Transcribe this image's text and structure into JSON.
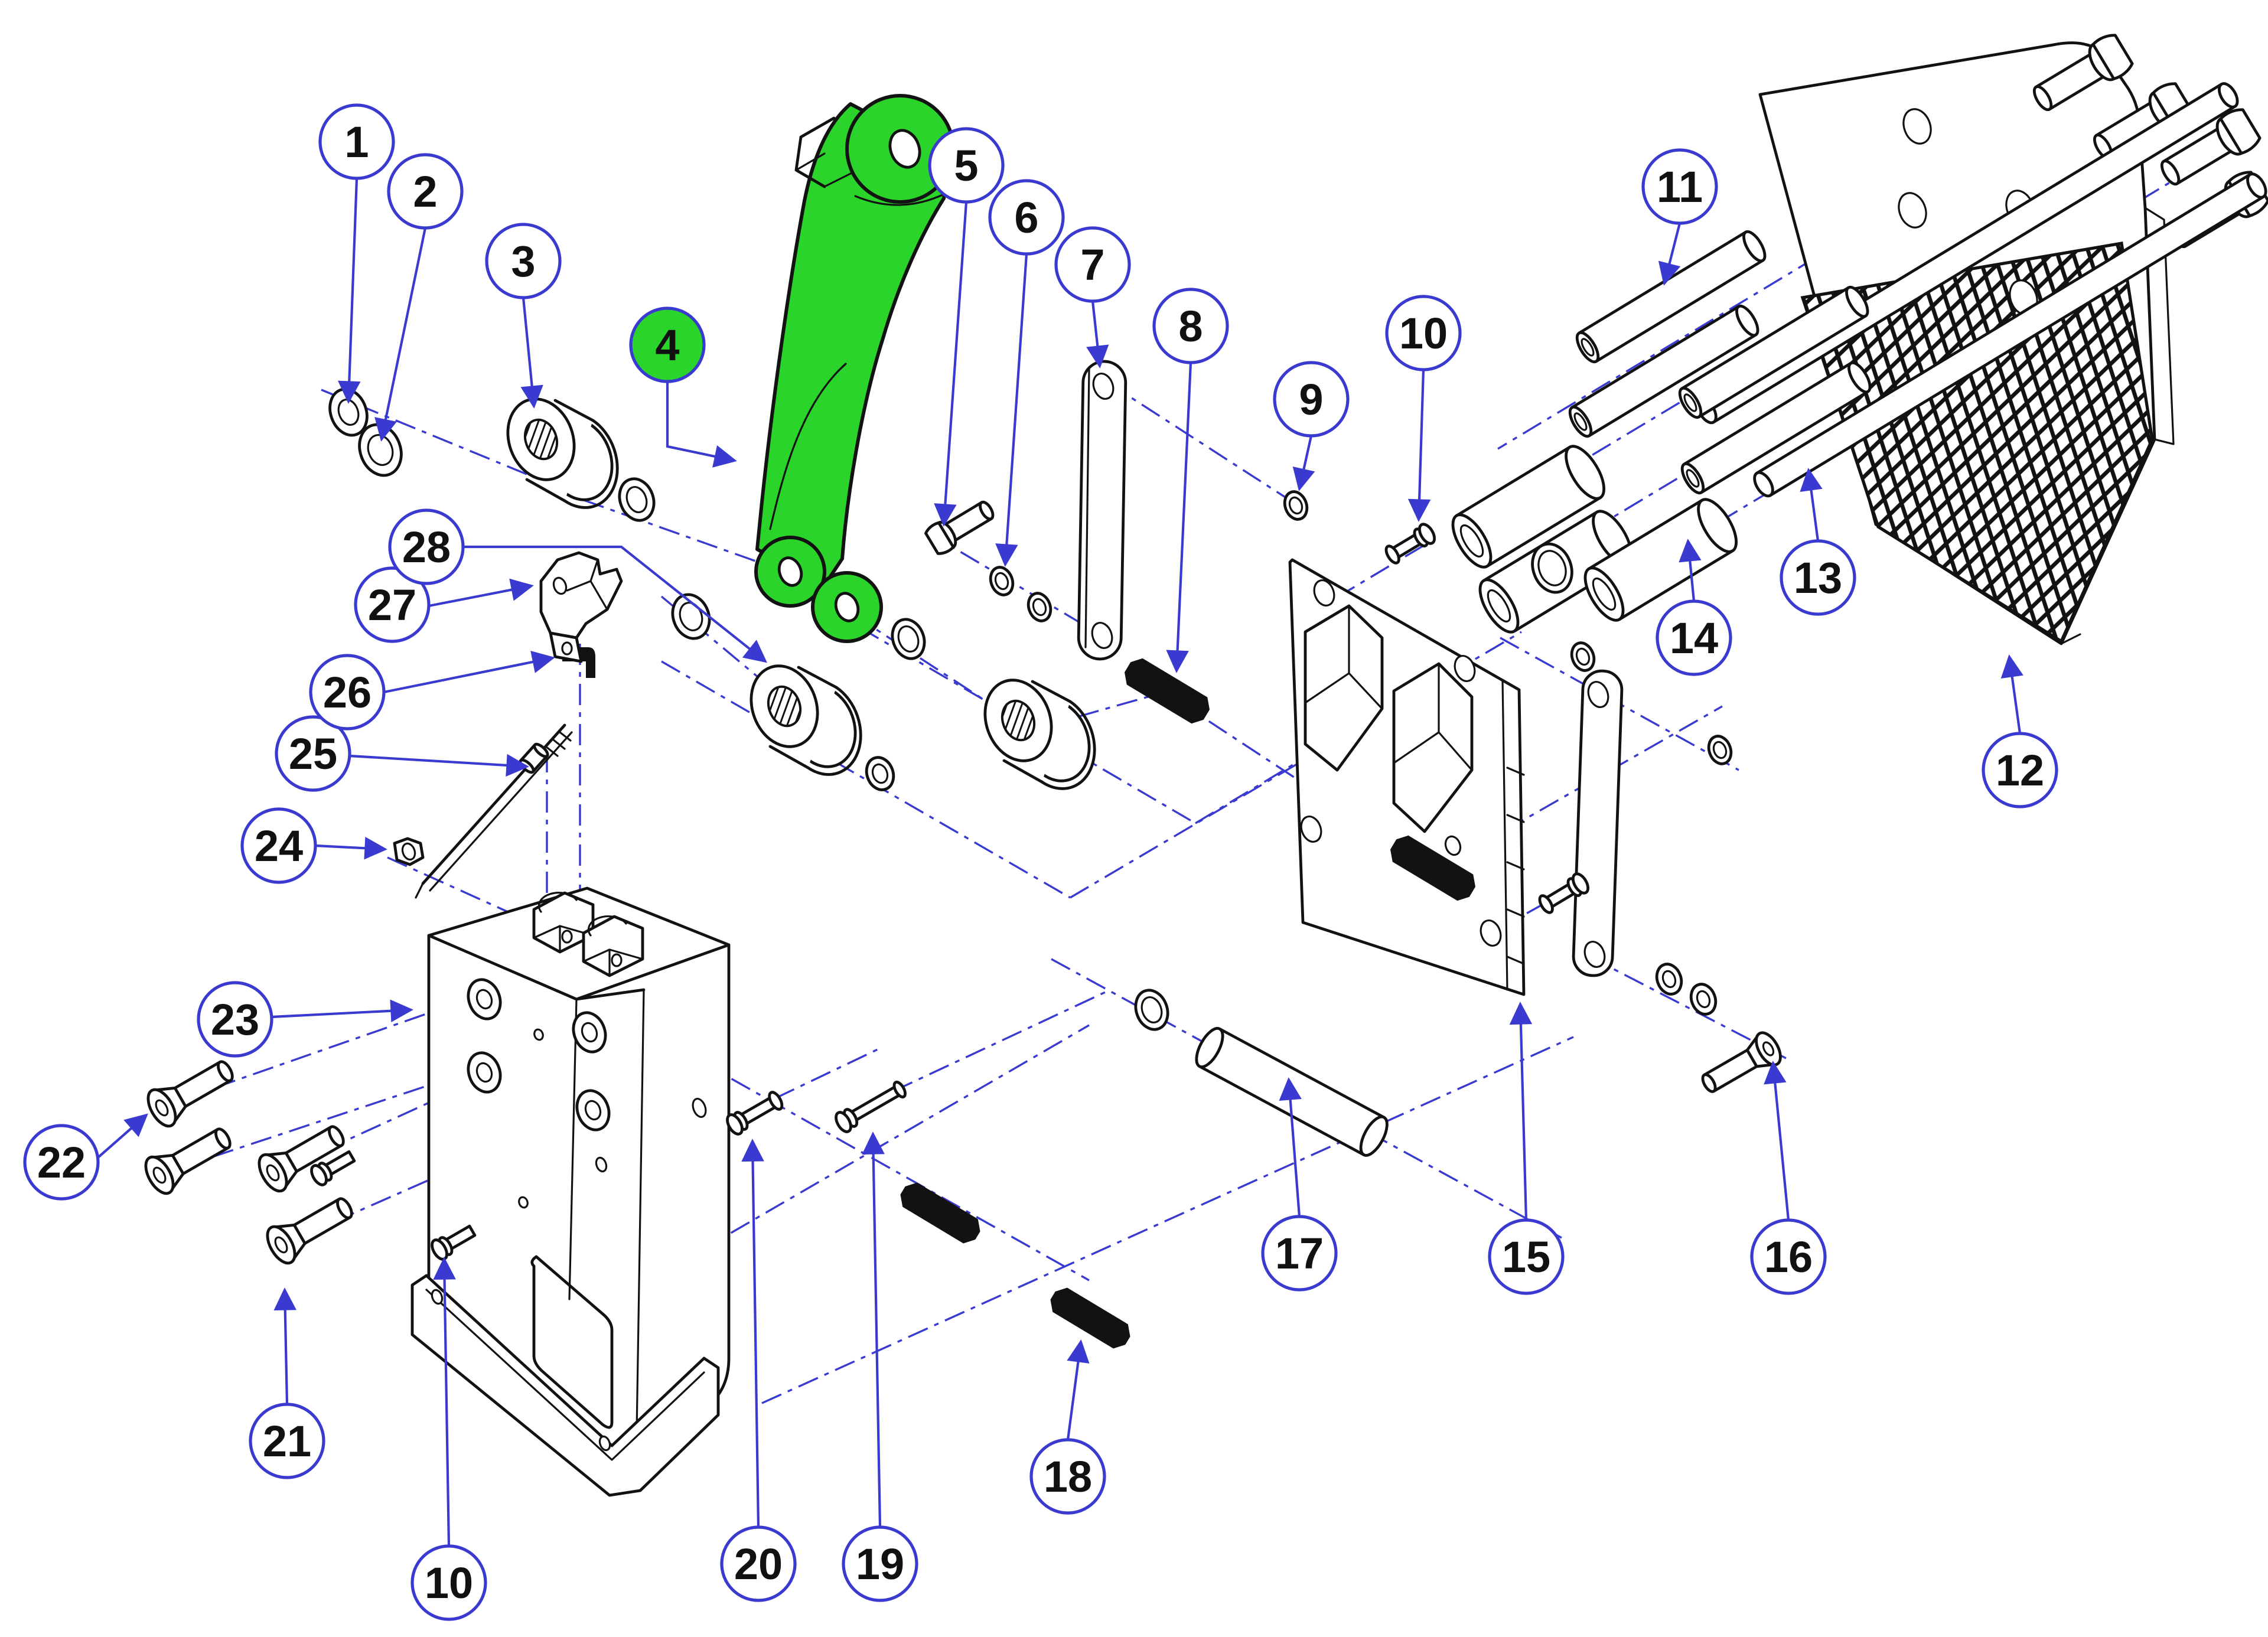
{
  "diagram": {
    "kind": "exploded-assembly-parts-diagram",
    "total_callouts": 28,
    "highlighted_part_number": "4",
    "duplicate_callouts": [
      "10"
    ]
  },
  "colors": {
    "leader_blue": "#3a3ad0",
    "highlight_green": "#2bd42b",
    "line_black": "#121212",
    "background": "#ffffff"
  },
  "callouts": {
    "c1": "1",
    "c2": "2",
    "c3": "3",
    "c4": "4",
    "c5": "5",
    "c6": "6",
    "c7": "7",
    "c8": "8",
    "c9": "9",
    "c10": "10",
    "c11": "11",
    "c12": "12",
    "c13": "13",
    "c14": "14",
    "c15": "15",
    "c16": "16",
    "c17": "17",
    "c18": "18",
    "c19": "19",
    "c20": "20",
    "c21": "21",
    "c22": "22",
    "c23": "23",
    "c24": "24",
    "c25": "25",
    "c26": "26",
    "c27": "27",
    "c28": "28",
    "c10b": "10"
  }
}
